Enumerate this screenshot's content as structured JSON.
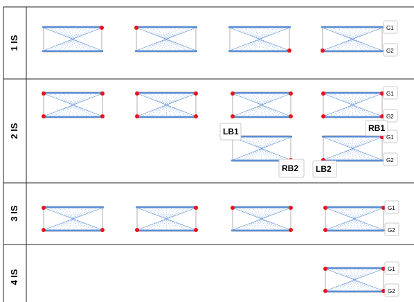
{
  "colors": {
    "border": "#222222",
    "bar": "#5b8fd6",
    "ray": "#9bb8e6",
    "frame": "#9a9a9a",
    "dot": "#e8121a",
    "label_box_border": "#bbbbbb"
  },
  "labels": {
    "g1": "G1",
    "g2": "G2",
    "lb1": "LB1",
    "rb1": "RB1",
    "lb2": "LB2",
    "rb2": "RB2"
  },
  "rows": [
    {
      "label": "1 IS",
      "diagrams": [
        {
          "dots": [
            "top-right"
          ]
        },
        {
          "dots": [
            "top-left"
          ]
        },
        {
          "dots": [
            "bottom-right"
          ]
        },
        {
          "dots": [
            "bottom-left"
          ],
          "g_labels": [
            "G1",
            "G2"
          ]
        }
      ]
    },
    {
      "label": "2 IS",
      "diagrams": [
        {
          "dots": [
            "top-left",
            "top-right",
            "bottom-left",
            "bottom-right"
          ]
        },
        {
          "dots": [
            "top-left",
            "top-right",
            "bottom-left",
            "bottom-right"
          ]
        },
        {
          "dots": [
            "top-left",
            "top-right",
            "bottom-left",
            "bottom-right"
          ]
        },
        {
          "dots": [
            "top-left",
            "top-right",
            "bottom-left",
            "bottom-right"
          ],
          "g_labels": [
            "G1",
            "G2"
          ]
        },
        {
          "dots": [
            "top-left",
            "bottom-right"
          ]
        },
        {
          "dots": [
            "top-right",
            "bottom-left"
          ],
          "g_labels": [
            "G1",
            "G2"
          ]
        }
      ],
      "callouts": [
        "LB1",
        "RB1",
        "RB2",
        "LB2"
      ]
    },
    {
      "label": "3 IS",
      "diagrams": [
        {
          "dots": [
            "top-left",
            "bottom-left",
            "bottom-right"
          ]
        },
        {
          "dots": [
            "top-right",
            "bottom-left",
            "bottom-right"
          ]
        },
        {
          "dots": [
            "top-left",
            "top-right",
            "bottom-right"
          ]
        },
        {
          "dots": [
            "top-left",
            "top-right",
            "bottom-left"
          ],
          "g_labels": [
            "G1",
            "G2"
          ]
        }
      ]
    },
    {
      "label": "4 IS",
      "diagrams": [
        {
          "dots": [
            "top-left",
            "top-right",
            "bottom-left",
            "bottom-right"
          ],
          "g_labels": [
            "G1",
            "G2"
          ]
        }
      ]
    }
  ]
}
